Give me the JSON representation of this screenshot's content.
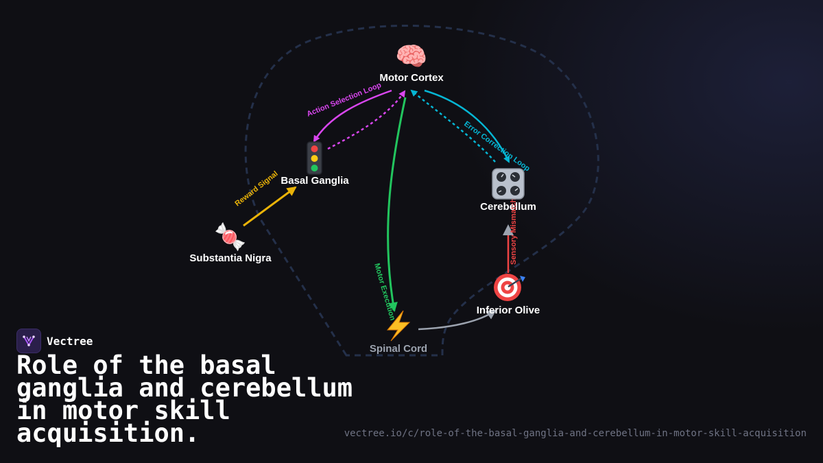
{
  "brand": {
    "name": "Vectree"
  },
  "title": "Role of the basal ganglia and cerebellum in motor skill acquisition.",
  "url": "vectree.io/c/role-of-the-basal-ganglia-and-cerebellum-in-motor-skill-acquisition",
  "nodes": {
    "motor_cortex": {
      "label": "Motor Cortex",
      "icon": "🧠"
    },
    "basal_ganglia": {
      "label": "Basal Ganglia",
      "icon": "🚦"
    },
    "cerebellum": {
      "label": "Cerebellum",
      "icon": "🎛️"
    },
    "substantia_nigra": {
      "label": "Substantia Nigra",
      "icon": "🍬"
    },
    "spinal_cord": {
      "label": "Spinal Cord",
      "icon": "⚡"
    },
    "inferior_olive": {
      "label": "Inferior Olive",
      "icon": "🎯"
    }
  },
  "edges": {
    "action_selection": {
      "label": "Action Selection Loop",
      "color": "#d946ef"
    },
    "error_correction": {
      "label": "Error Correction Loop",
      "color": "#06b6d4"
    },
    "reward_signal": {
      "label": "Reward Signal",
      "color": "#eab308"
    },
    "motor_execution": {
      "label": "Motor Execution",
      "color": "#22c55e"
    },
    "sensory_mismatch": {
      "label": "Sensory Mismatch",
      "color": "#ef4444"
    },
    "spinal_to_olive": {
      "color": "#9ca3af"
    }
  },
  "colors": {
    "boundary": "#24304a",
    "background": "#0f0f14"
  }
}
